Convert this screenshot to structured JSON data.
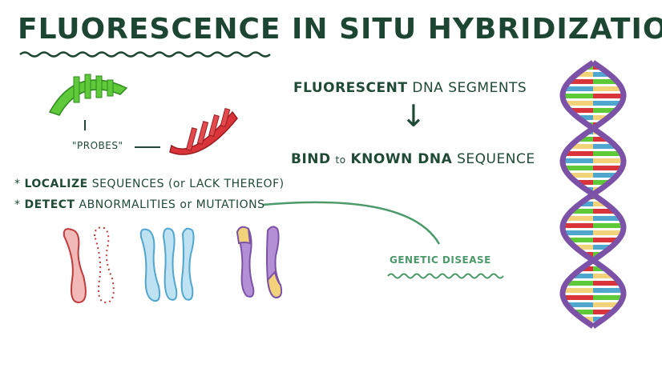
{
  "title": "FLUORESCENCE IN SITU HYBRIDIZATION",
  "probes_label": "\"PROBES\"",
  "process": {
    "step1_bold": "FLUORESCENT",
    "step1_rest": "DNA SEGMENTS",
    "arrow": "↓",
    "step2_bold1": "BIND",
    "step2_small": "to",
    "step2_bold2": "KNOWN DNA",
    "step2_rest": "SEQUENCE"
  },
  "uses": [
    {
      "bullet": "*",
      "bold": "LOCALIZE",
      "rest": "SEQUENCES (or LACK THEREOF)"
    },
    {
      "bullet": "*",
      "bold": "DETECT",
      "rest": "ABNORMALITIES or MUTATIONS"
    }
  ],
  "genetic_disease_label": "GENETIC DISEASE",
  "colors": {
    "text": "#1f4a35",
    "accent_green": "#4a9a6a",
    "probe_green": "#5fc93a",
    "probe_red": "#d9343a",
    "dna_backbone": "#7b52a8"
  }
}
